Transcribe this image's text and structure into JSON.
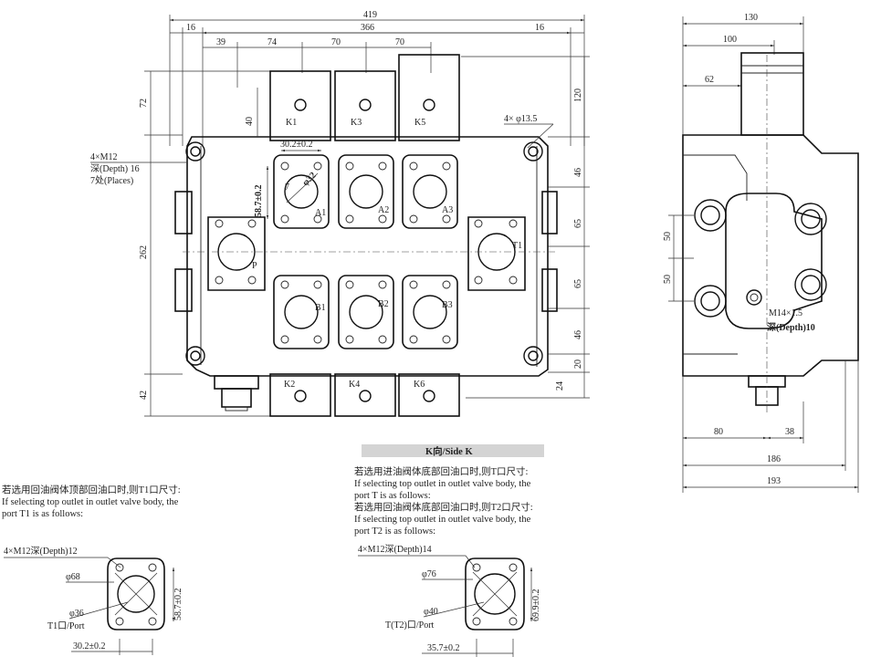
{
  "front_view": {
    "top_dims": [
      "419",
      "16",
      "39",
      "74",
      "70",
      "70",
      "366",
      "16"
    ],
    "left_dims": [
      "72",
      "262",
      "42"
    ],
    "right_dims": [
      "120",
      "46",
      "65",
      "65",
      "46",
      "20",
      "24"
    ],
    "inner_dims": [
      "40",
      "30.2±0.2",
      "58.7±0.2",
      "φ32",
      "7"
    ],
    "mount_note_lines": [
      "4×M12",
      "深(Depth) 16",
      "7处(Places)"
    ],
    "mount_hole_note": "4× φ13.5",
    "port_labels": [
      "K1",
      "K3",
      "K5",
      "A1",
      "A2",
      "A3",
      "B1",
      "B2",
      "B3",
      "K2",
      "K4",
      "K6",
      "P",
      "T1"
    ]
  },
  "side_view": {
    "top_dims": [
      "130",
      "100",
      "62"
    ],
    "left_dims": [
      "50",
      "50"
    ],
    "bottom_dims": [
      "80",
      "38",
      "186",
      "193"
    ],
    "thread_note_lines": [
      "M14×1.5",
      "深(Depth)10"
    ]
  },
  "side_k_title": "K向/Side K",
  "note_left": {
    "lines": [
      "若选用回油阀体顶部回油口时,则T1口尺寸:",
      "If selecting top outlet in outlet valve body, the",
      "port T1 is as follows:"
    ],
    "thread": "4×M12深(Depth)12",
    "d_outer": "φ68",
    "d_inner": "φ36",
    "port": "T1口/Port",
    "height": "58.7±0.2",
    "width": "30.2±0.2"
  },
  "note_right": {
    "lines": [
      "若选用进油阀体底部回油口时,则T口尺寸:",
      "If selecting top outlet in outlet valve body, the",
      "port T is as follows:",
      "若选用回油阀体底部回油口时,则T2口尺寸:",
      "If selecting top outlet in outlet valve body, the",
      "port T2 is as follows:"
    ],
    "thread": "4×M12深(Depth)14",
    "d_outer": "φ76",
    "d_inner": "φ40",
    "port": "T(T2)口/Port",
    "height": "69.9±0.2",
    "width": "35.7±0.2"
  }
}
